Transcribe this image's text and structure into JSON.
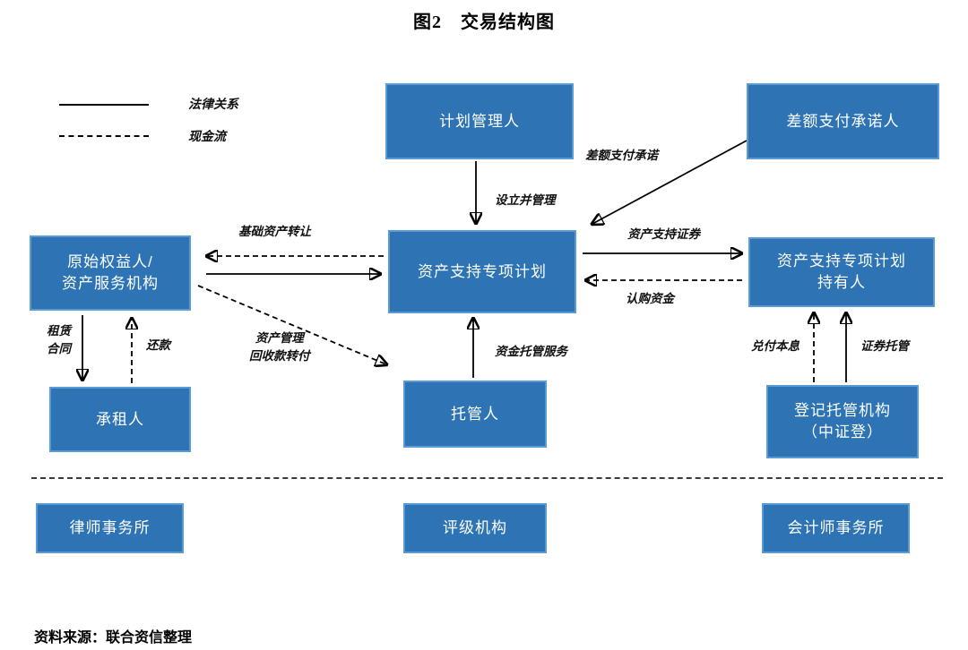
{
  "title": "图2　交易结构图",
  "legend": {
    "solid_label": "法律关系",
    "dashed_label": "现金流"
  },
  "nodes": {
    "plan_manager": "计划管理人",
    "difference_payment_promisor": "差额支付承诺人",
    "originator_line1": "原始权益人/",
    "originator_line2": "资产服务机构",
    "spv": "资产支持专项计划",
    "holders_line1": "资产支持专项计划",
    "holders_line2": "持有人",
    "lessee": "承租人",
    "custodian": "托管人",
    "registrar_line1": "登记托管机构",
    "registrar_line2": "（中证登）",
    "law_firm": "律师事务所",
    "rating_agency": "评级机构",
    "accounting_firm": "会计师事务所"
  },
  "edges": {
    "establish_and_manage": "设立并管理",
    "difference_payment_promise": "差额支付承诺",
    "underlying_asset_transfer": "基础资产转让",
    "asset_backed_securities": "资产支持证券",
    "subscription_funds": "认购资金",
    "lease_contract_line1": "租赁",
    "lease_contract_line2": "合同",
    "repayment": "还款",
    "asset_mgmt_recovery_line1": "资产管理",
    "asset_mgmt_recovery_line2": "回收款转付",
    "fund_custody_service": "资金托管服务",
    "principal_interest_payment": "兑付本息",
    "securities_custody": "证券托管"
  },
  "source": "资料来源：联合资信整理",
  "colors": {
    "box_background": "#2E74B5",
    "box_border": "#5B9BD5",
    "box_text": "#FFFFFF",
    "line": "#000000"
  }
}
